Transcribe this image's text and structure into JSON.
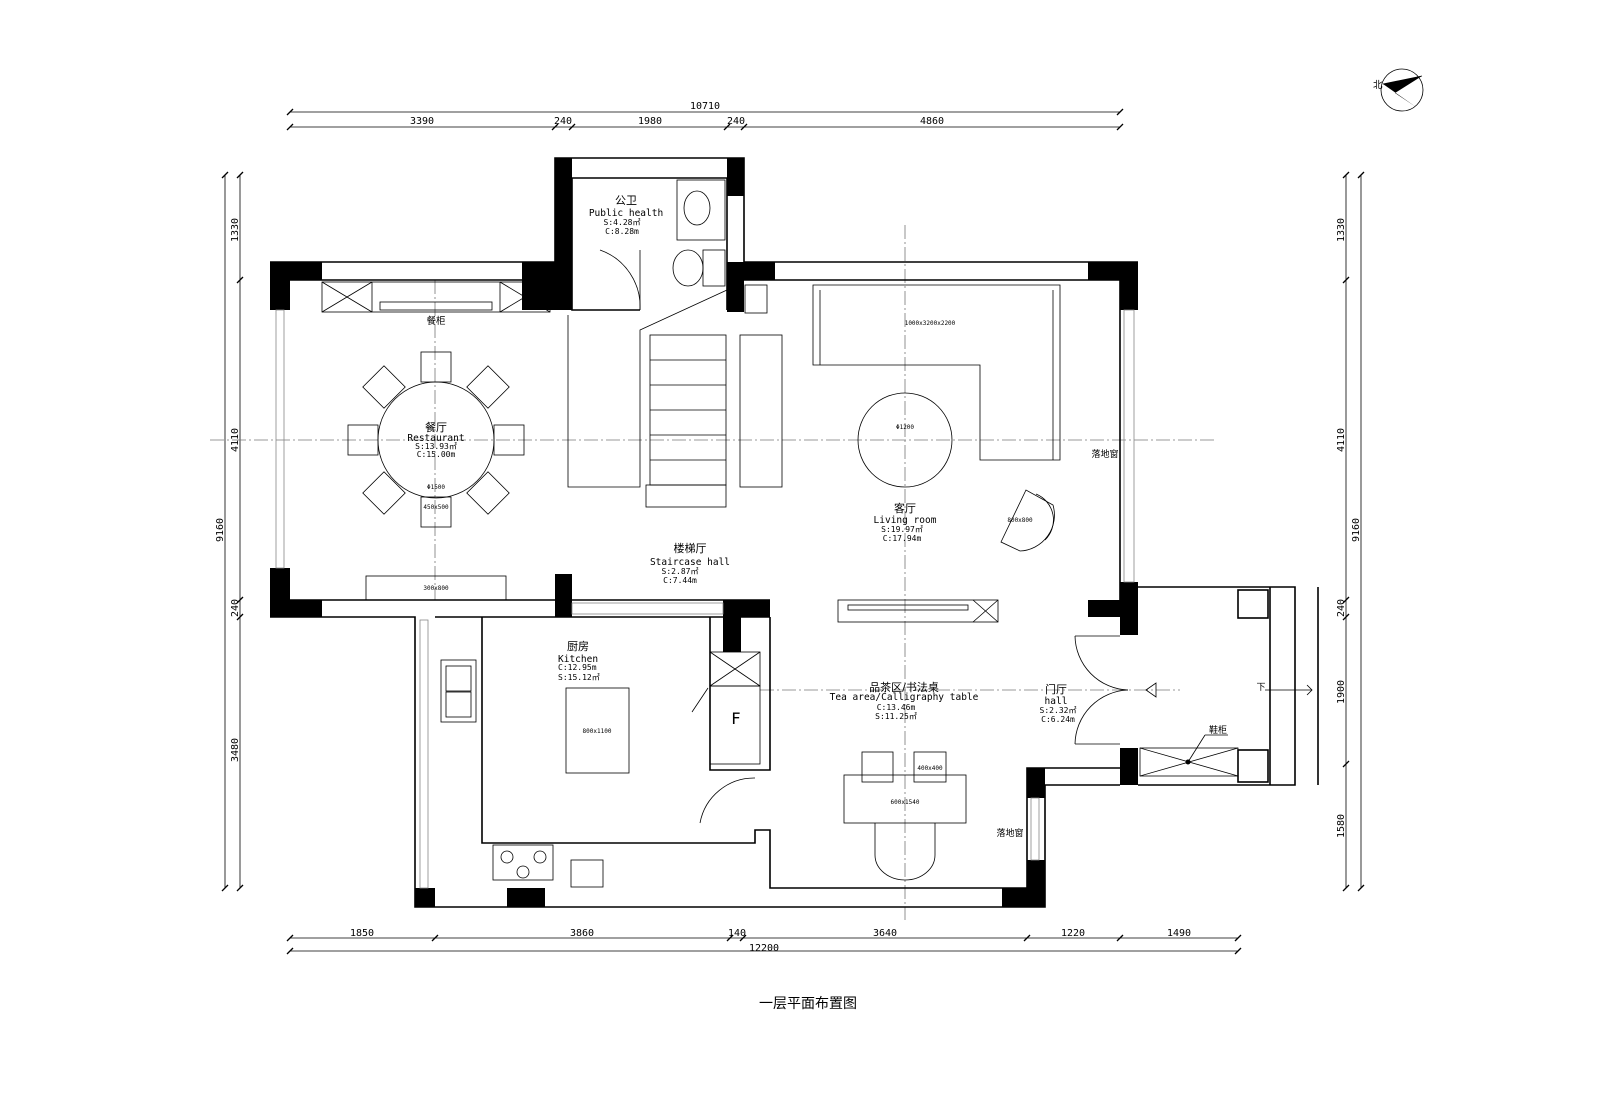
{
  "title": "一层平面布置图",
  "north_label": "北",
  "dimensions": {
    "top_total": "10710",
    "top": [
      "3390",
      "240",
      "1980",
      "240",
      "4860"
    ],
    "left": [
      "1330",
      "4110",
      "240",
      "3480"
    ],
    "left_total": "9160",
    "right": [
      "1330",
      "4110",
      "240",
      "1900",
      "1580"
    ],
    "right_total": "9160",
    "bottom": [
      "1850",
      "3860",
      "140",
      "3640",
      "1220",
      "1490"
    ],
    "bottom_total": "12200"
  },
  "rooms": {
    "public_health": {
      "cn": "公卫",
      "en": "Public health",
      "s": "S:4.28㎡",
      "c": "C:8.28m"
    },
    "restaurant": {
      "cn": "餐厅",
      "en": "Restaurant",
      "s": "S:13.93㎡",
      "c": "C:15.00m"
    },
    "living": {
      "cn": "客厅",
      "en": "Living room",
      "s": "S:19.97㎡",
      "c": "C:17.94m"
    },
    "staircase": {
      "cn": "楼梯厅",
      "en": "Staircase hall",
      "s": "S:2.87㎡",
      "c": "C:7.44m"
    },
    "kitchen": {
      "cn": "厨房",
      "en": "Kitchen",
      "c": "C:12.95m",
      "s": "S:15.12㎡"
    },
    "tea": {
      "cn": "品茶区/书法桌",
      "en": "Tea area/Calligraphy table",
      "c": "C:13.46m",
      "s": "S:11.25㎡"
    },
    "hall": {
      "cn": "门厅",
      "en": "hall",
      "s": "S:2.32㎡",
      "c": "C:6.24m"
    }
  },
  "annotations": {
    "sideboard": "餐柜",
    "table_dia": "Φ1500",
    "chair": "450x500",
    "bench": "300x800",
    "sofa": "1000x3200x2200",
    "coffee_table": "Φ1200",
    "armchair": "800x800",
    "window_1": "落地窗",
    "window_2": "落地窗",
    "island": "800x1100",
    "fridge": "F",
    "stool": "400x400",
    "desk": "600x1540",
    "shoe_cabinet": "鞋柜",
    "down": "下"
  }
}
